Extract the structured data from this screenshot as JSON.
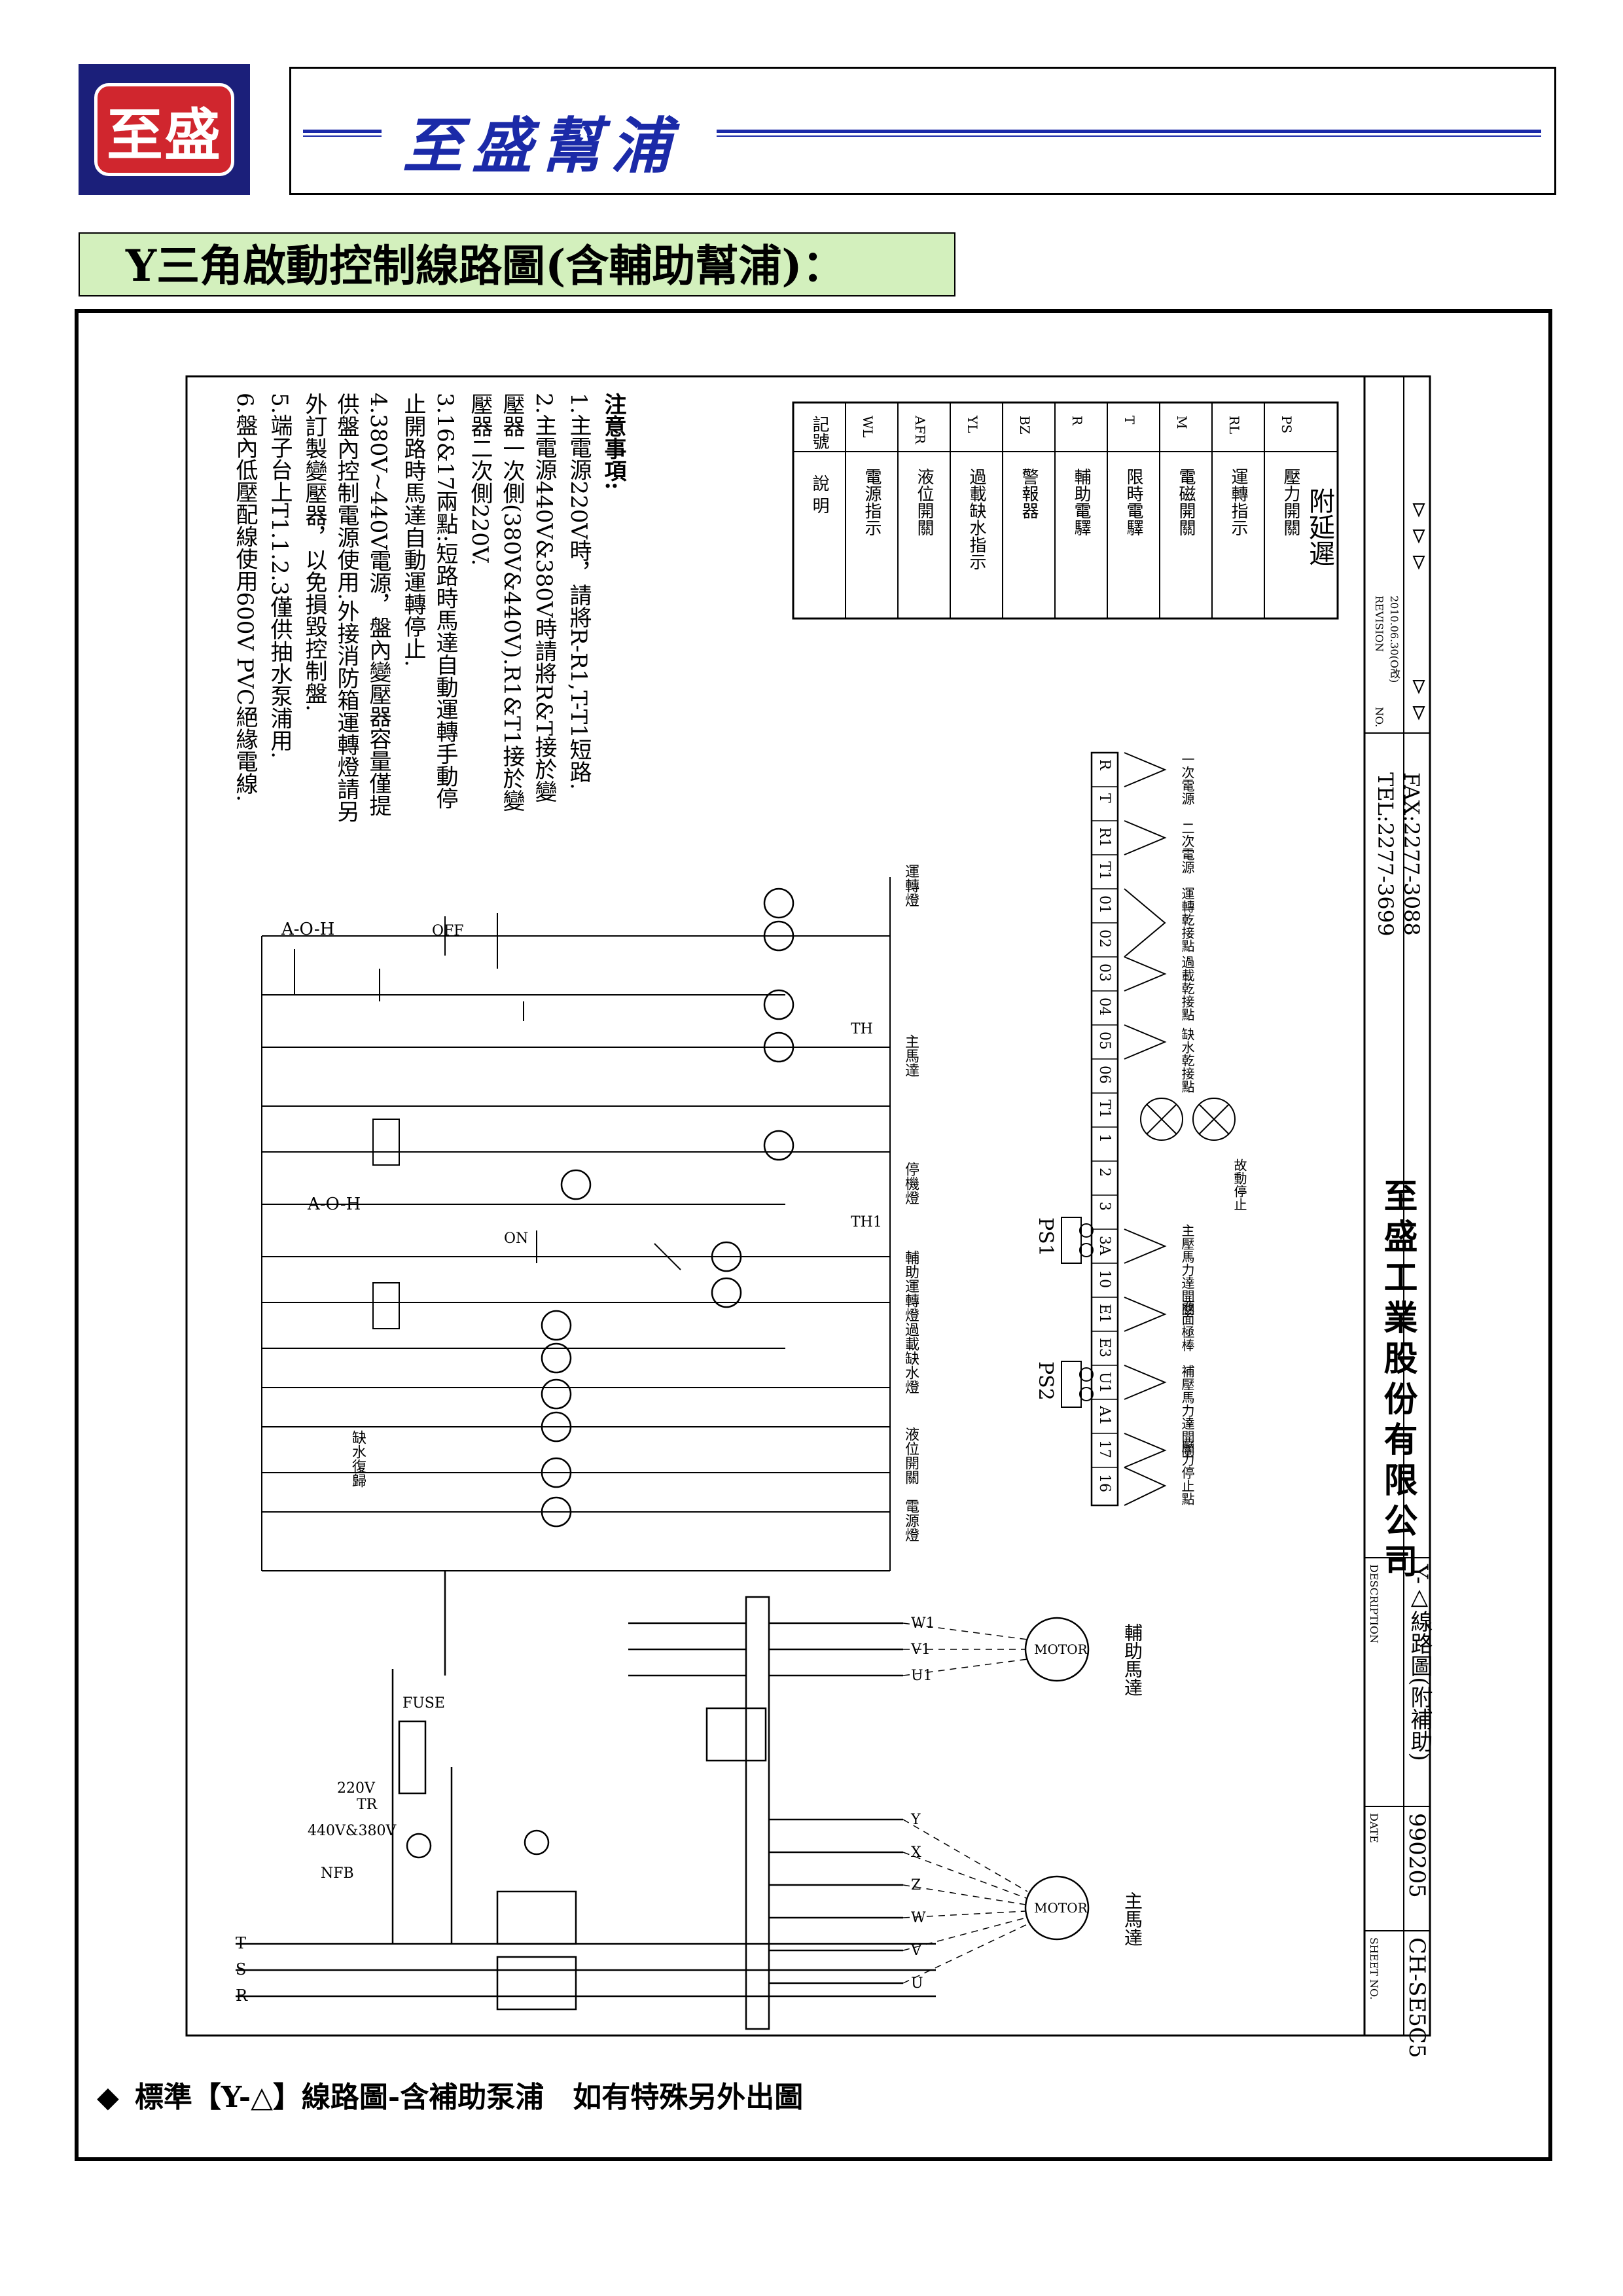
{
  "header": {
    "logo_text": "至盛",
    "company_title": "至盛幫浦",
    "subtitle": "Y三角啟動控制線路圖(含輔助幫浦)："
  },
  "notes": {
    "heading": "注意事項:",
    "items": [
      "1.主電源220V時，請將R-R1,T-T1短路.",
      "2.主電源440V&380V時請將R&T接於變壓器一次側(380V&440V).R1&T1接於變壓器二次側220V.",
      "3.16&17兩點:短路時馬達自動運轉手動停止開路時馬達自動運轉停止.",
      "4.380V~440V電源，盤內變壓器容量僅提供盤內控制電源使用.外接消防箱運轉燈請另外訂製變壓器，以免損毀控制盤.",
      "5.端子台上T1.1.2.3僅供抽水泵浦用.",
      "6.盤內低壓配線使用600V PVC絕緣電線."
    ]
  },
  "legend": {
    "header_symbol": "記號",
    "header_desc": "說 明",
    "rows": [
      {
        "symbol": "WL",
        "desc": "電源指示"
      },
      {
        "symbol": "AFR",
        "desc": "液位開關"
      },
      {
        "symbol": "YL",
        "desc": "過載缺水指示"
      },
      {
        "symbol": "BZ",
        "desc": "警報器"
      },
      {
        "symbol": "R",
        "desc": "輔助電驛"
      },
      {
        "symbol": "T",
        "desc": "限時電驛"
      },
      {
        "symbol": "M",
        "desc": "電磁開關"
      },
      {
        "symbol": "RL",
        "desc": "運轉指示"
      },
      {
        "symbol": "PS",
        "desc": "壓力開關"
      },
      {
        "symbol": "",
        "desc": "附延遲"
      }
    ]
  },
  "terminals": {
    "labels": [
      "16",
      "17",
      "A1",
      "U1",
      "E3",
      "E1",
      "10",
      "3A",
      "3",
      "2",
      "1",
      "T1",
      "06",
      "05",
      "04",
      "03",
      "02",
      "01",
      "T1",
      "R1",
      "T",
      "R"
    ],
    "group_captions": [
      "壓力停止點",
      "補壓馬力達開關",
      "液面極棒",
      "主壓馬力達開關",
      "故動停止",
      "缺水乾接點",
      "過載乾接點",
      "運轉乾接點",
      "二次電源",
      "一次電源"
    ],
    "ps1_label": "PS1",
    "ps2_label": "PS2"
  },
  "circuit_labels": {
    "aoh1": "A-O-H",
    "aoh2": "A-O-H",
    "off": "OFF",
    "on": "ON",
    "th": "TH",
    "th1": "TH1",
    "nfb": "NFB",
    "fuse": "FUSE",
    "tr": "TR",
    "voltage": "440V&380V",
    "voltage2": "220V",
    "motor1": "MOTOR",
    "motor2": "MOTOR",
    "aux_motor_caption": "輔助馬達",
    "main_motor_caption": "主馬達",
    "right_col_captions": [
      "運轉燈",
      "主馬達",
      "停機燈",
      "輔助運轉燈",
      "過載缺水燈",
      "缺水復歸",
      "液位開關",
      "電源燈"
    ],
    "phase_labels": [
      "R",
      "S",
      "T"
    ],
    "motor_terminals": [
      "U",
      "V",
      "W",
      "Z",
      "X",
      "Y"
    ],
    "aux_terminals": [
      "U1",
      "V1",
      "W1"
    ]
  },
  "title_block": {
    "company_name": "至盛工業股份有限公司",
    "tel": "TEL:2277-3699",
    "fax": "FAX:2277-3088",
    "sheet_no_label": "SHEET NO.",
    "sheet_no": "CH-SE5C5",
    "date_label": "DATE",
    "date": "990205",
    "description_label": "DESCRIPTION",
    "description": "Y-△線路圖(附補助)",
    "no_label": "NO.",
    "revision_label": "REVISION",
    "revision": "2010.06.30(O改)"
  },
  "footer": {
    "bullet": "◆",
    "text": "標準【Y-△】線路圖-含補助泵浦　如有特殊另外出圖"
  },
  "colors": {
    "brand_navy": "#1b1f7a",
    "brand_red": "#d0262e",
    "title_blue": "#1b2aa8",
    "subtitle_bg": "#d3f0bd"
  }
}
